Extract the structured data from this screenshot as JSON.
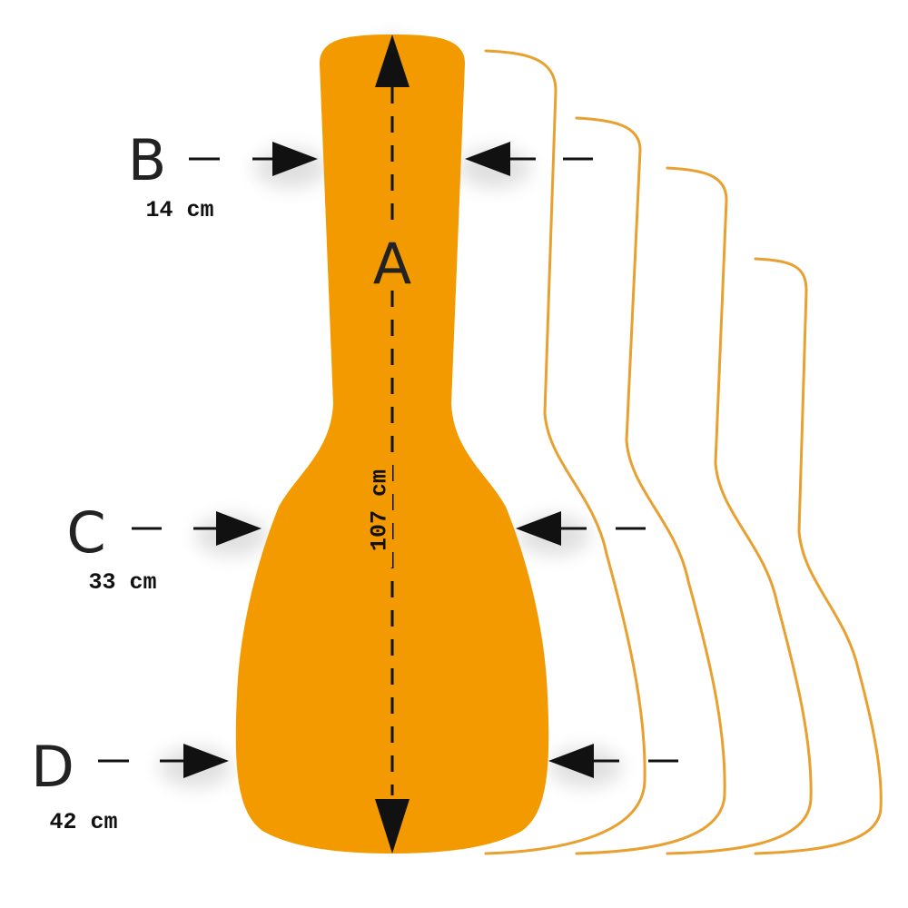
{
  "colors": {
    "case_fill": "#F29A00",
    "outline": "#E8A030",
    "ink": "#111111"
  },
  "labels": {
    "a": {
      "letter": "A",
      "value": "107 cm"
    },
    "b": {
      "letter": "B",
      "value": "14 cm"
    },
    "c": {
      "letter": "C",
      "value": "33 cm"
    },
    "d": {
      "letter": "D",
      "value": "42 cm"
    }
  }
}
